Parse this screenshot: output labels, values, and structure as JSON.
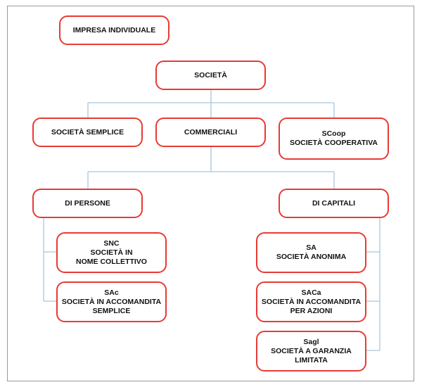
{
  "nodes": {
    "impresa_individuale": [
      "IMPRESA INDIVIDUALE"
    ],
    "societa": [
      "SOCIETÀ"
    ],
    "societa_semplice": [
      "SOCIETÀ SEMPLICE"
    ],
    "commerciali": [
      "COMMERCIALI"
    ],
    "scoop": [
      "SCoop",
      "SOCIETÀ COOPERATIVA"
    ],
    "di_persone": [
      "DI PERSONE"
    ],
    "di_capitali": [
      "DI CAPITALI"
    ],
    "snc": [
      "SNC",
      "SOCIETÀ IN",
      "NOME COLLETTIVO"
    ],
    "sac": [
      "SAc",
      "SOCIETÀ IN ACCOMANDITA",
      "SEMPLICE"
    ],
    "sa": [
      "SA",
      "SOCIETÀ ANONIMA"
    ],
    "saca": [
      "SACa",
      "SOCIETÀ IN ACCOMANDITA",
      "PER AZIONI"
    ],
    "sagl": [
      "Sagl",
      "SOCIETÀ A GARANZIA",
      "LIMITATA"
    ]
  },
  "colors": {
    "box_border": "#e83a34",
    "connector": "#a9c6dc",
    "frame": "#9a9a9a"
  }
}
